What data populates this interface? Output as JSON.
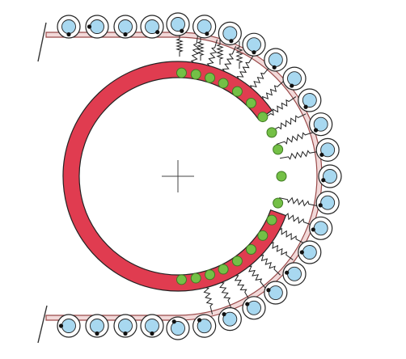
{
  "diagram": {
    "colors": {
      "belt_fill": "#f2d9d9",
      "belt_stroke": "#9a4a4a",
      "bearing_outer": "#ffffff",
      "bearing_stroke": "#222222",
      "bearing_inner": "#a8d8f0",
      "marker": "#111111",
      "arc_fill": "#e03c50",
      "arc_stroke": "#222222",
      "contact_fill": "#74c046",
      "contact_stroke": "#3f7a22",
      "spring": "#222222",
      "crosshair": "#444444",
      "base_line": "#333333"
    },
    "components": [
      "guide-belt",
      "bearing-rollers",
      "red-c-arc",
      "green-contact-points",
      "springs",
      "center-crosshair",
      "base-lines"
    ]
  }
}
